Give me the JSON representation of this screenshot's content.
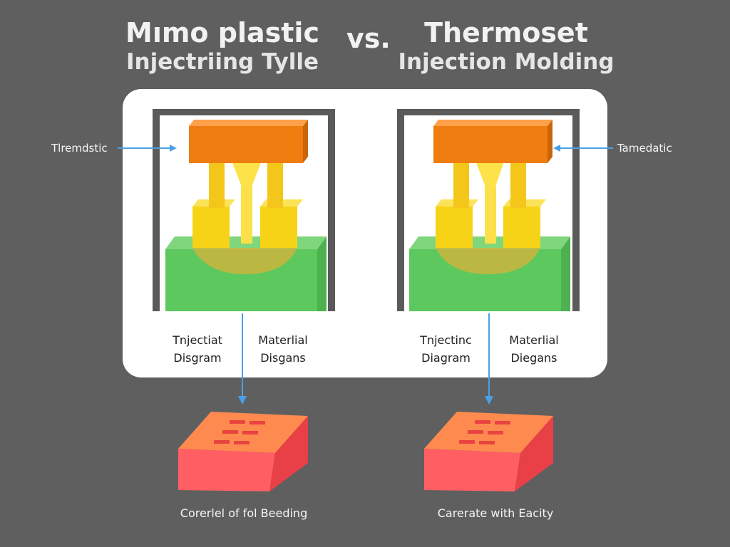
{
  "title": {
    "left_line1": "Mımo plastic",
    "left_line2": "Injectriing Tylle",
    "vs": "vs.",
    "right_line1": "Thermoset",
    "right_line2": "Injection Molding"
  },
  "left": {
    "side_label": "Tlremdstic",
    "label_a_line1": "Tnjectiat",
    "label_a_line2": "Disgram",
    "label_b_line1": "Materlial",
    "label_b_line2": "Disgans",
    "caption": "Corerlel of fol Beeding"
  },
  "right": {
    "side_label": "Tamedatic",
    "label_a_line1": "Tnjectinc",
    "label_a_line2": "Diagram",
    "label_b_line1": "Materlial",
    "label_b_line2": "Diegans",
    "caption": "Carerate with Eacity"
  },
  "colors": {
    "background": "#5f5f5f",
    "panel": "#ffffff",
    "mold_frame": "#5a5a5a",
    "top_block": "#f07d10",
    "yellow": "#f7d317",
    "green": "#5cc85e",
    "red_block": "#ff5f63",
    "arrow": "#4aa0e6"
  }
}
